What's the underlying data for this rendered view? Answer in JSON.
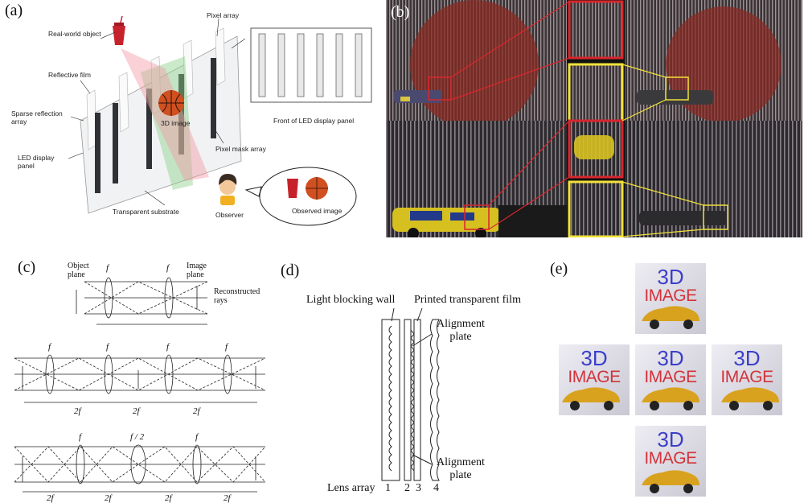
{
  "panels": {
    "a": {
      "label": "(a)",
      "texts": {
        "real_world_object": "Real-world object",
        "pixel_array": "Pixel array",
        "reflective_film": "Reflective film",
        "sparse_reflection_array": "Sparse reflection array",
        "led_display_panel": "LED display panel",
        "image_3d": "3D image",
        "pixel_mask_array": "Pixel mask array",
        "front_led_panel": "Front of LED display panel",
        "transparent_substrate": "Transparent substrate",
        "observer": "Observer",
        "observed_image": "Observed image"
      }
    },
    "b": {
      "label": "(b)"
    },
    "c": {
      "label": "(c)",
      "texts": {
        "object_plane": "Object plane",
        "image_plane": "Image plane",
        "reconstructed_rays": "Reconstructed rays",
        "f": "f",
        "two_f": "2f",
        "f_half": "f / 2"
      }
    },
    "d": {
      "label": "(d)",
      "texts": {
        "light_blocking_wall": "Light blocking wall",
        "printed_transparent_film": "Printed transparent film",
        "alignment_plate_top": "Alignment plate",
        "alignment_plate_bottom": "Alignment plate",
        "lens_array": "Lens array",
        "n1": "1",
        "n2": "2",
        "n3": "3",
        "n4": "4"
      }
    },
    "e": {
      "label": "(e)",
      "tiles": [
        {
          "line1": "3D",
          "line2": "IMAGE"
        },
        {
          "line1": "3D",
          "line2": "IMAGE"
        },
        {
          "line1": "3D",
          "line2": "IMAGE"
        },
        {
          "line1": "3D",
          "line2": "IMAGE"
        },
        {
          "line1": "3D",
          "line2": "IMAGE"
        }
      ]
    }
  },
  "colors": {
    "red_box": "#d8262d",
    "yellow_box": "#f2e23a",
    "text_blue": "#3b3fc9",
    "text_red": "#d2333a"
  }
}
